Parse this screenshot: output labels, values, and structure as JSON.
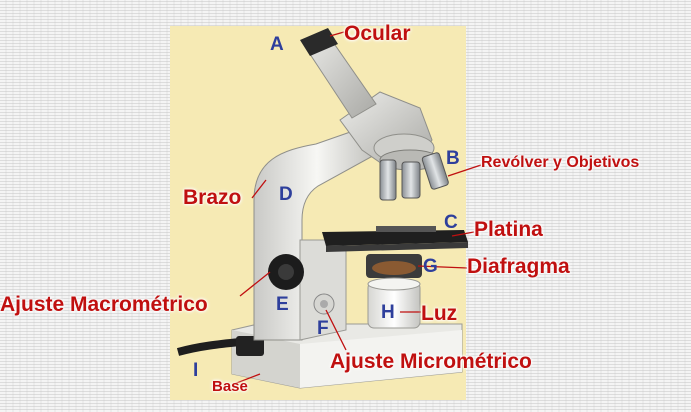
{
  "labels": {
    "ocular": "Ocular",
    "revolver": "Revólver y Objetivos",
    "brazo": "Brazo",
    "platina": "Platina",
    "diafragma": "Diafragma",
    "macro": "Ajuste Macrométrico",
    "luz": "Luz",
    "micro": "Ajuste Micrométrico",
    "base": "Base"
  },
  "letters": {
    "a": "A",
    "b": "B",
    "c": "C",
    "d": "D",
    "e": "E",
    "f": "F",
    "g": "G",
    "h": "H",
    "i": "I"
  },
  "colors": {
    "label_red": "#c01010",
    "letter_blue": "#2e3f9c",
    "panel_yellow": "#f6eab4"
  }
}
